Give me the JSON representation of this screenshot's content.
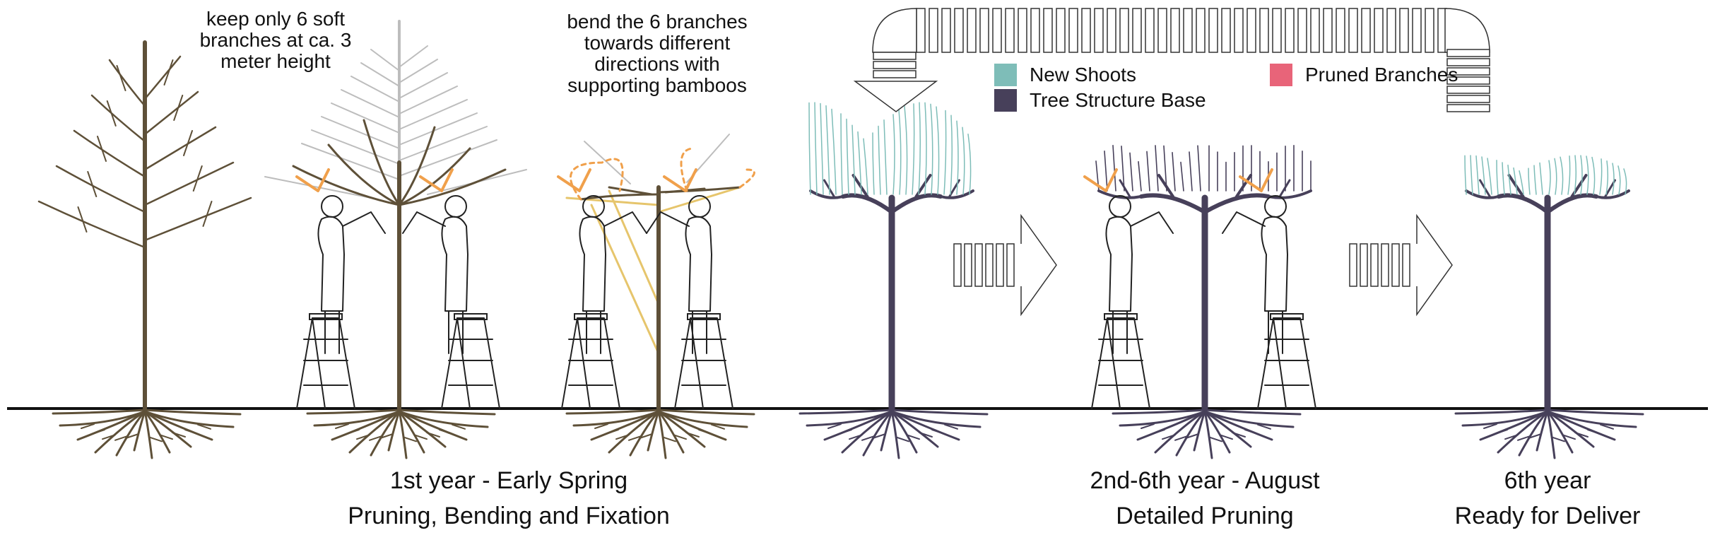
{
  "annotations": {
    "keep_branches": "keep only 6 soft\nbranches at ca. 3\nmeter height",
    "bend_branches": "bend the 6 branches\ntowards different\ndirections with\nsupporting bamboos"
  },
  "legend": [
    {
      "label": "New Shoots",
      "color": "#7ebdb8"
    },
    {
      "label": "Tree Structure Base",
      "color": "#47405a"
    },
    {
      "label": "Pruned Branches",
      "color": "#e86479"
    }
  ],
  "stages": [
    {
      "title": "1st year - Early Spring",
      "subtitle": "Pruning, Bending and Fixation"
    },
    {
      "title": "2nd-6th year - August",
      "subtitle": "Detailed Pruning"
    },
    {
      "title": "6th year",
      "subtitle": "Ready for Deliver"
    }
  ],
  "colors": {
    "young_wood": "#5e5038",
    "structure": "#47405a",
    "pruning_tool": "#f0a04b",
    "bamboo": "#e6c56c",
    "ghost": "#bdbdbd",
    "ground": "#111111"
  }
}
